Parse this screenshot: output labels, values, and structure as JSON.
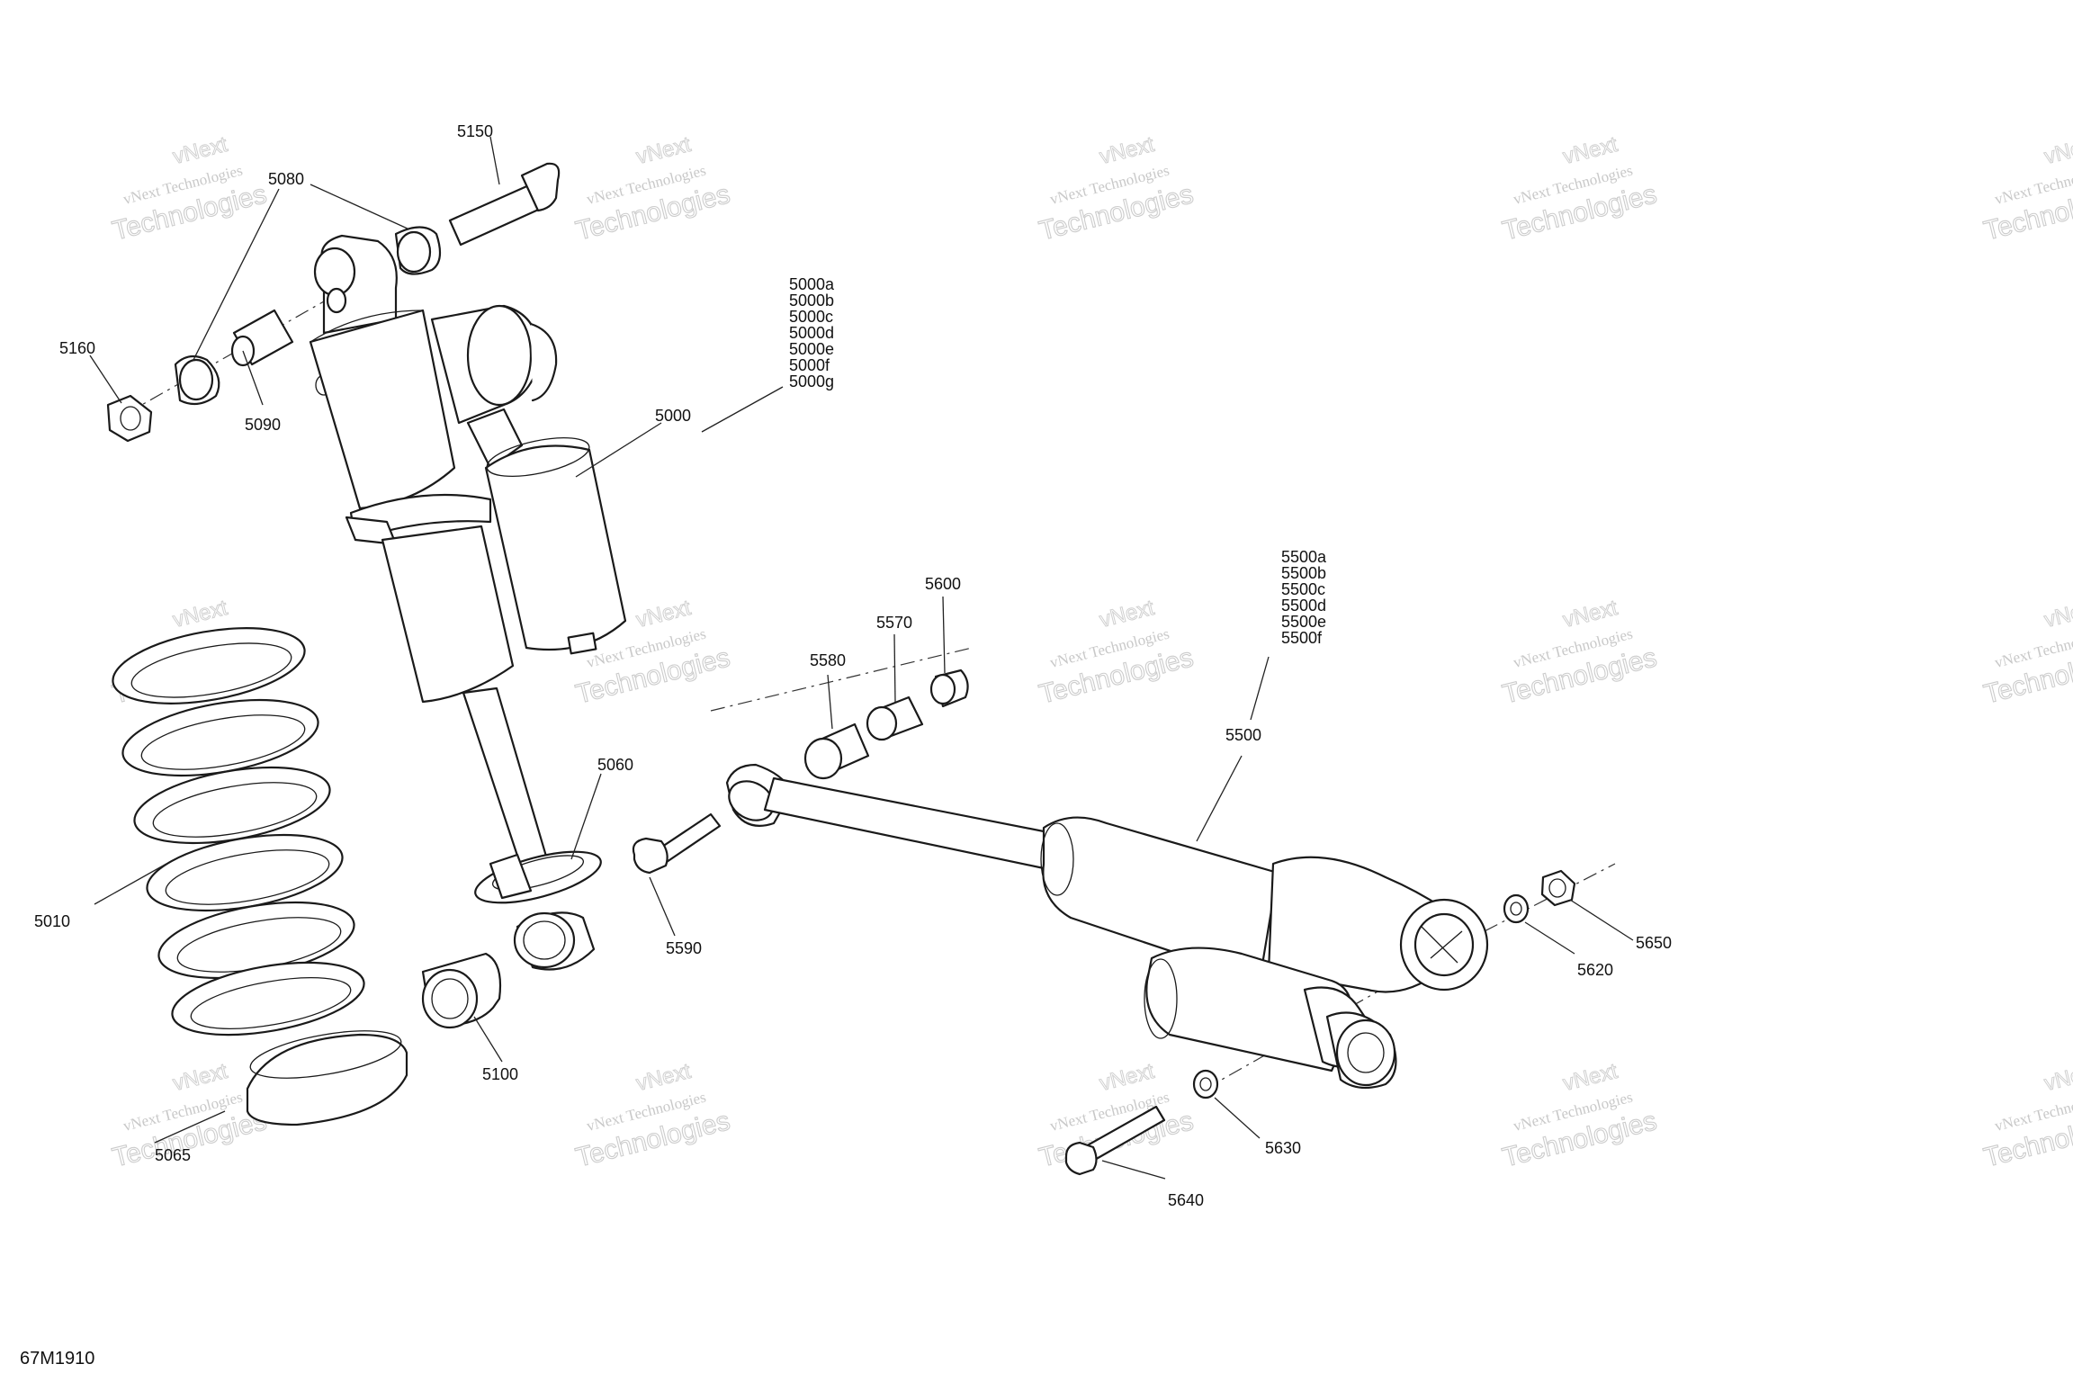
{
  "figure_id": "67M1910",
  "watermark": {
    "line1": "vNext Technologies",
    "line2": "Technologies",
    "line3": "vNext"
  },
  "callouts": {
    "c5150": "5150",
    "c5080": "5080",
    "c5160": "5160",
    "c5090": "5090",
    "c5000": "5000",
    "c5000_variants": [
      "5000a",
      "5000b",
      "5000c",
      "5000d",
      "5000e",
      "5000f",
      "5000g"
    ],
    "c5010": "5010",
    "c5060": "5060",
    "c5100": "5100",
    "c5065": "5065",
    "c5580": "5580",
    "c5570": "5570",
    "c5600": "5600",
    "c5590": "5590",
    "c5500": "5500",
    "c5500_variants": [
      "5500a",
      "5500b",
      "5500c",
      "5500d",
      "5500e",
      "5500f"
    ],
    "c5650": "5650",
    "c5620": "5620",
    "c5630": "5630",
    "c5640": "5640"
  }
}
